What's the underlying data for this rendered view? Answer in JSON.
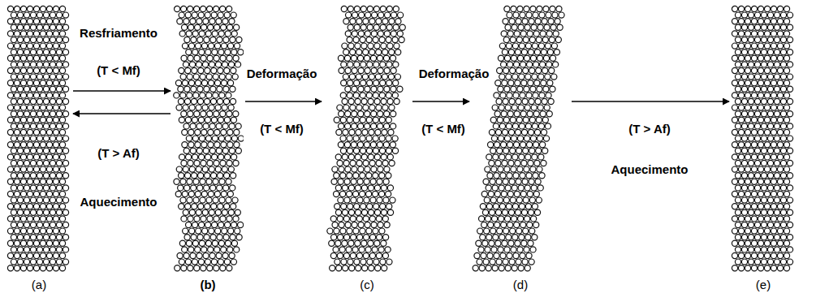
{
  "diagram": {
    "nodes": [
      {
        "text": [
          "(a)"
        ]
      },
      {
        "text": [
          "(b)"
        ]
      },
      {
        "text": [
          "(c)"
        ]
      },
      {
        "text": [
          "(d)"
        ]
      },
      {
        "text": [
          "(e)"
        ]
      }
    ],
    "edges": [
      {
        "from": 0,
        "to": 1,
        "arrow": "to",
        "label": "(T < Mf)"
      },
      {
        "from": 1,
        "to": 0,
        "arrow": "to",
        "label": "(T > Af)"
      },
      {
        "from": 1,
        "to": 2,
        "arrow": "to",
        "label": "(T < Mf)"
      },
      {
        "from": 2,
        "to": 3,
        "arrow": "to",
        "label": "(T < Mf)"
      },
      {
        "from": 3,
        "to": 4,
        "arrow": "to",
        "label": "(T > Af)"
      }
    ],
    "labels": [
      "Resfriamento",
      "Aquecimento",
      "Deformação",
      "Deformação",
      "Aquecimento"
    ]
  }
}
